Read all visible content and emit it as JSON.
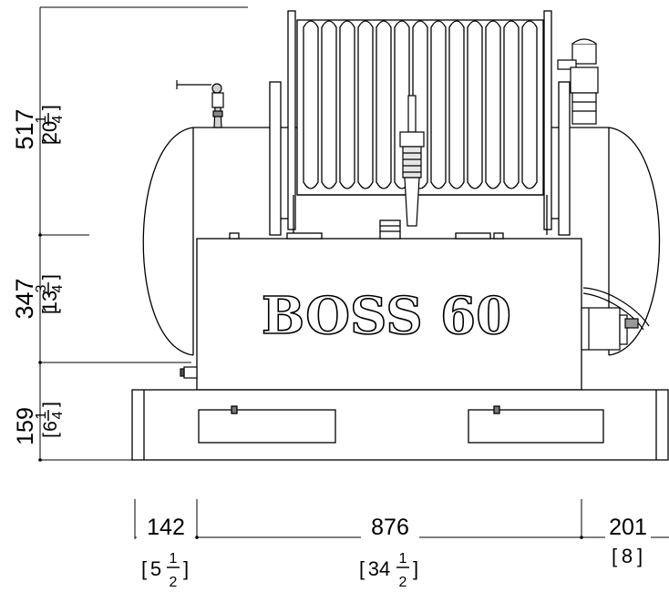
{
  "product": {
    "label": "BOSS 60"
  },
  "dimensions": {
    "vertical": [
      {
        "mm": "517",
        "inch_whole": "20",
        "inch_num": "1",
        "inch_den": "4"
      },
      {
        "mm": "347",
        "inch_whole": "13",
        "inch_num": "3",
        "inch_den": "4"
      },
      {
        "mm": "159",
        "inch_whole": "6",
        "inch_num": "1",
        "inch_den": "4"
      }
    ],
    "horizontal": [
      {
        "mm": "142",
        "inch_whole": "5",
        "inch_num": "1",
        "inch_den": "2"
      },
      {
        "mm": "876",
        "inch_whole": "34",
        "inch_num": "1",
        "inch_den": "2"
      },
      {
        "mm": "201",
        "inch_whole": "8"
      }
    ]
  },
  "colors": {
    "line": "#000000",
    "background": "#ffffff"
  }
}
